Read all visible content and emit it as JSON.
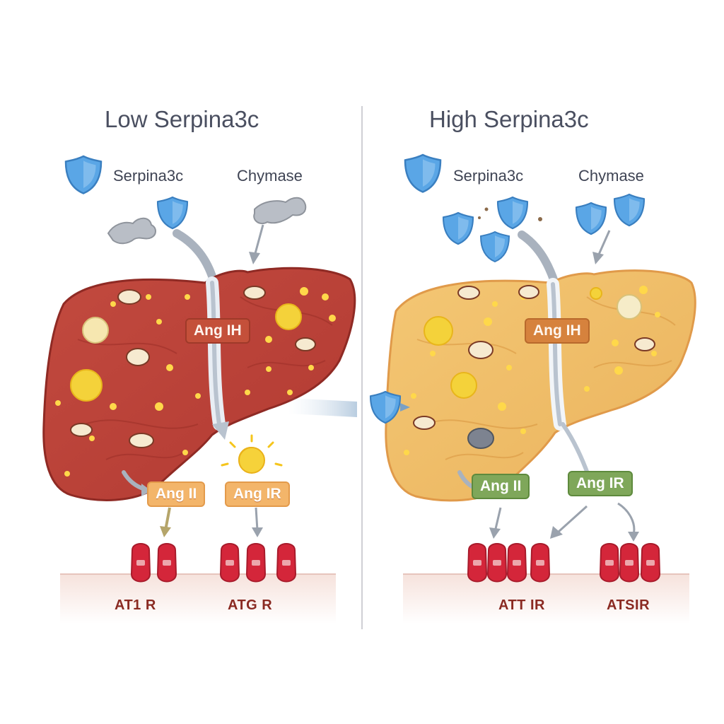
{
  "left_panel": {
    "title": "Low Serpina3c",
    "legend_serpina": "Serpina3c",
    "legend_chymase": "Chymase",
    "pill_center": "Ang IH",
    "pill_left": "Ang II",
    "pill_right": "Ang IR",
    "receptor_left": "AT1 R",
    "receptor_right": "ATG R"
  },
  "right_panel": {
    "title": "High Serpina3c",
    "legend_serpina": "Serpina3c",
    "legend_chymase": "Chymase",
    "pill_center": "Ang IH",
    "pill_left": "Ang II",
    "pill_right": "Ang IR",
    "receptor_left": "ATT IR",
    "receptor_right": "ATSIR"
  },
  "colors": {
    "liver_low": "#c9493d",
    "liver_high": "#f2c16d",
    "shield": "#5aa6e6",
    "receptor": "#d4263a",
    "divider": "#cfcfd4"
  },
  "icons": {
    "serpina": "shield-icon",
    "chymase": "chymase-enzyme-icon",
    "receptor": "receptor-icon"
  }
}
